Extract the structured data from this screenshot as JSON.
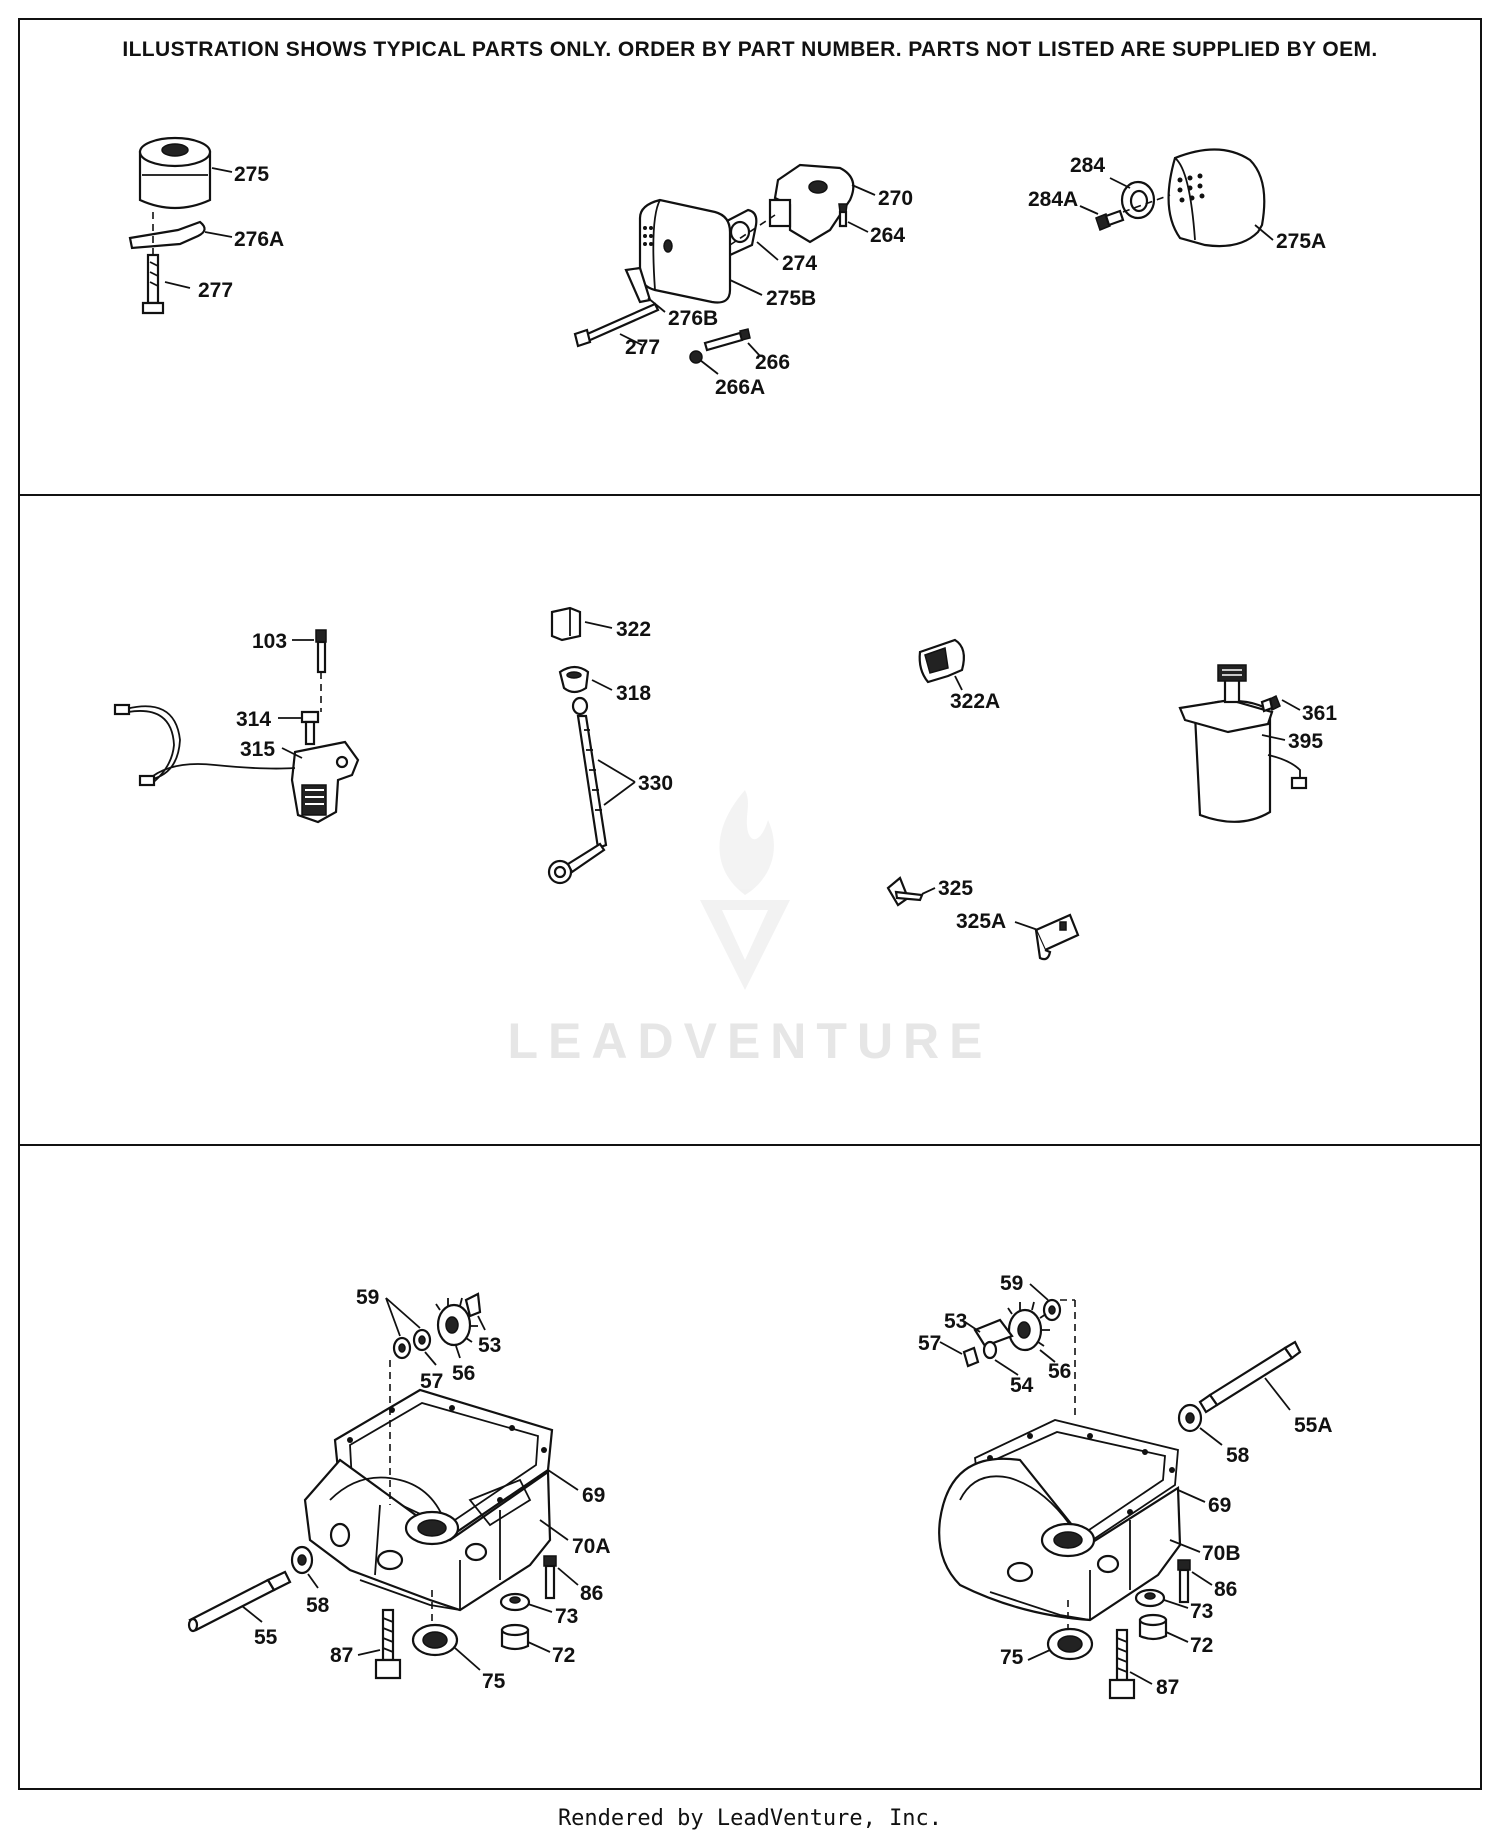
{
  "header": "ILLUSTRATION SHOWS TYPICAL PARTS ONLY. ORDER BY PART NUMBER. PARTS NOT LISTED ARE SUPPLIED BY OEM.",
  "watermark": "LEADVENTURE",
  "footer": "Rendered by LeadVenture, Inc.",
  "callouts": {
    "muffler_small": [
      "275",
      "276A",
      "277"
    ],
    "muffler_assembly": [
      "270",
      "264",
      "274",
      "275B",
      "276B",
      "277",
      "266",
      "266A"
    ],
    "muffler_oval": [
      "284",
      "284A",
      "275A"
    ],
    "ignition": [
      "103",
      "314",
      "315"
    ],
    "ground_wire": [
      "322",
      "318",
      "330"
    ],
    "terminal_boot": [
      "322A"
    ],
    "clips": [
      "325",
      "325A"
    ],
    "starter": [
      "361",
      "395"
    ],
    "mounting_flange_left": [
      "59",
      "53",
      "57",
      "56",
      "69",
      "70A",
      "58",
      "86",
      "73",
      "55",
      "87",
      "75",
      "72"
    ],
    "mounting_flange_right": [
      "59",
      "53",
      "57",
      "54",
      "56",
      "55A",
      "58",
      "69",
      "70B",
      "86",
      "73",
      "75",
      "72",
      "87"
    ]
  },
  "colors": {
    "line": "#111111",
    "watermark": "#e6e6e6"
  }
}
